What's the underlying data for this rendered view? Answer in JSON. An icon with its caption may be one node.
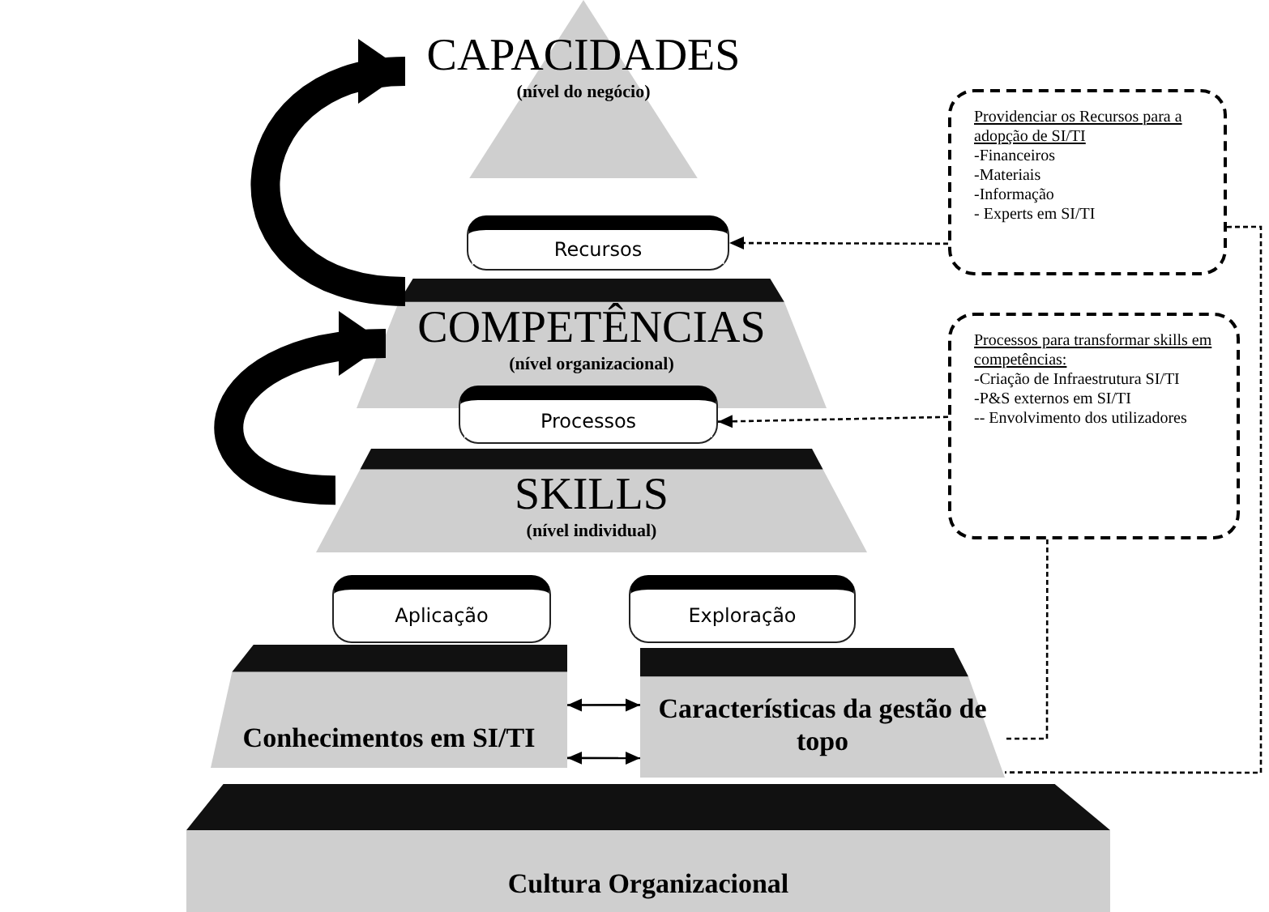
{
  "diagram": {
    "nodes": [
      {
        "text": [
          "CAPACIDADES",
          "(nível do negócio)"
        ]
      },
      {
        "text": [
          "Recursos"
        ]
      },
      {
        "text": [
          "COMPETÊNCIAS",
          "(nível organizacional)"
        ]
      },
      {
        "text": [
          "Processos"
        ]
      },
      {
        "text": [
          "SKILLS",
          "(nível individual)"
        ]
      },
      {
        "text": [
          "Aplicação"
        ]
      },
      {
        "text": [
          "Exploração"
        ]
      },
      {
        "text": [
          "Conhecimentos em SI/TI"
        ]
      },
      {
        "text": [
          "Características da gestão de topo"
        ]
      },
      {
        "text": [
          "Cultura Organizacional"
        ]
      },
      {
        "text": [
          "Providenciar os Recursos para a adopção de SI/TI",
          "-Financeiros",
          "-Materiais",
          "-Informação",
          "- Experts em SI/TI"
        ]
      },
      {
        "text": [
          "Processos para transformar skills em competências:",
          "-Criação de Infraestrutura SI/TI",
          "-P&S externos em SI/TI",
          "-- Envolvimento dos utilizadores"
        ]
      }
    ],
    "edges": [
      {
        "from": 10,
        "to": 1,
        "arrow": "to",
        "style": "dashed"
      },
      {
        "from": 11,
        "to": 3,
        "arrow": "to",
        "style": "dashed"
      },
      {
        "from": 7,
        "to": 8,
        "arrow": "both"
      },
      {
        "from": 7,
        "to": 8,
        "arrow": "both"
      },
      {
        "from": 2,
        "to": 0,
        "arrow": "to",
        "style": "thick"
      },
      {
        "from": 4,
        "to": 2,
        "arrow": "to",
        "style": "thick"
      },
      {
        "from": 11,
        "to": 8,
        "arrow": "none",
        "style": "dashed"
      },
      {
        "from": 10,
        "to": 8,
        "arrow": "none",
        "style": "dashed"
      }
    ]
  }
}
